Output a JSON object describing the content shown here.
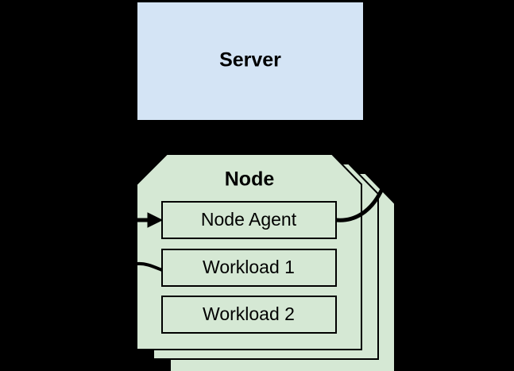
{
  "diagram": {
    "background_color": "#000000",
    "server": {
      "label": "Server",
      "fill": "#d4e4f5",
      "stroke": "#000000"
    },
    "node_stack": {
      "label": "Node",
      "fill": "#d5e8d4",
      "stroke": "#000000",
      "copies": 3,
      "inner_boxes": [
        {
          "label": "Node Agent"
        },
        {
          "label": "Workload 1"
        },
        {
          "label": "Workload 2"
        }
      ]
    },
    "connectors": [
      {
        "name": "server-to-node-agent",
        "arrowhead": true
      },
      {
        "name": "node-agent-to-stack",
        "arrowhead": false
      },
      {
        "name": "workload1-inbound",
        "arrowhead": false
      }
    ]
  }
}
